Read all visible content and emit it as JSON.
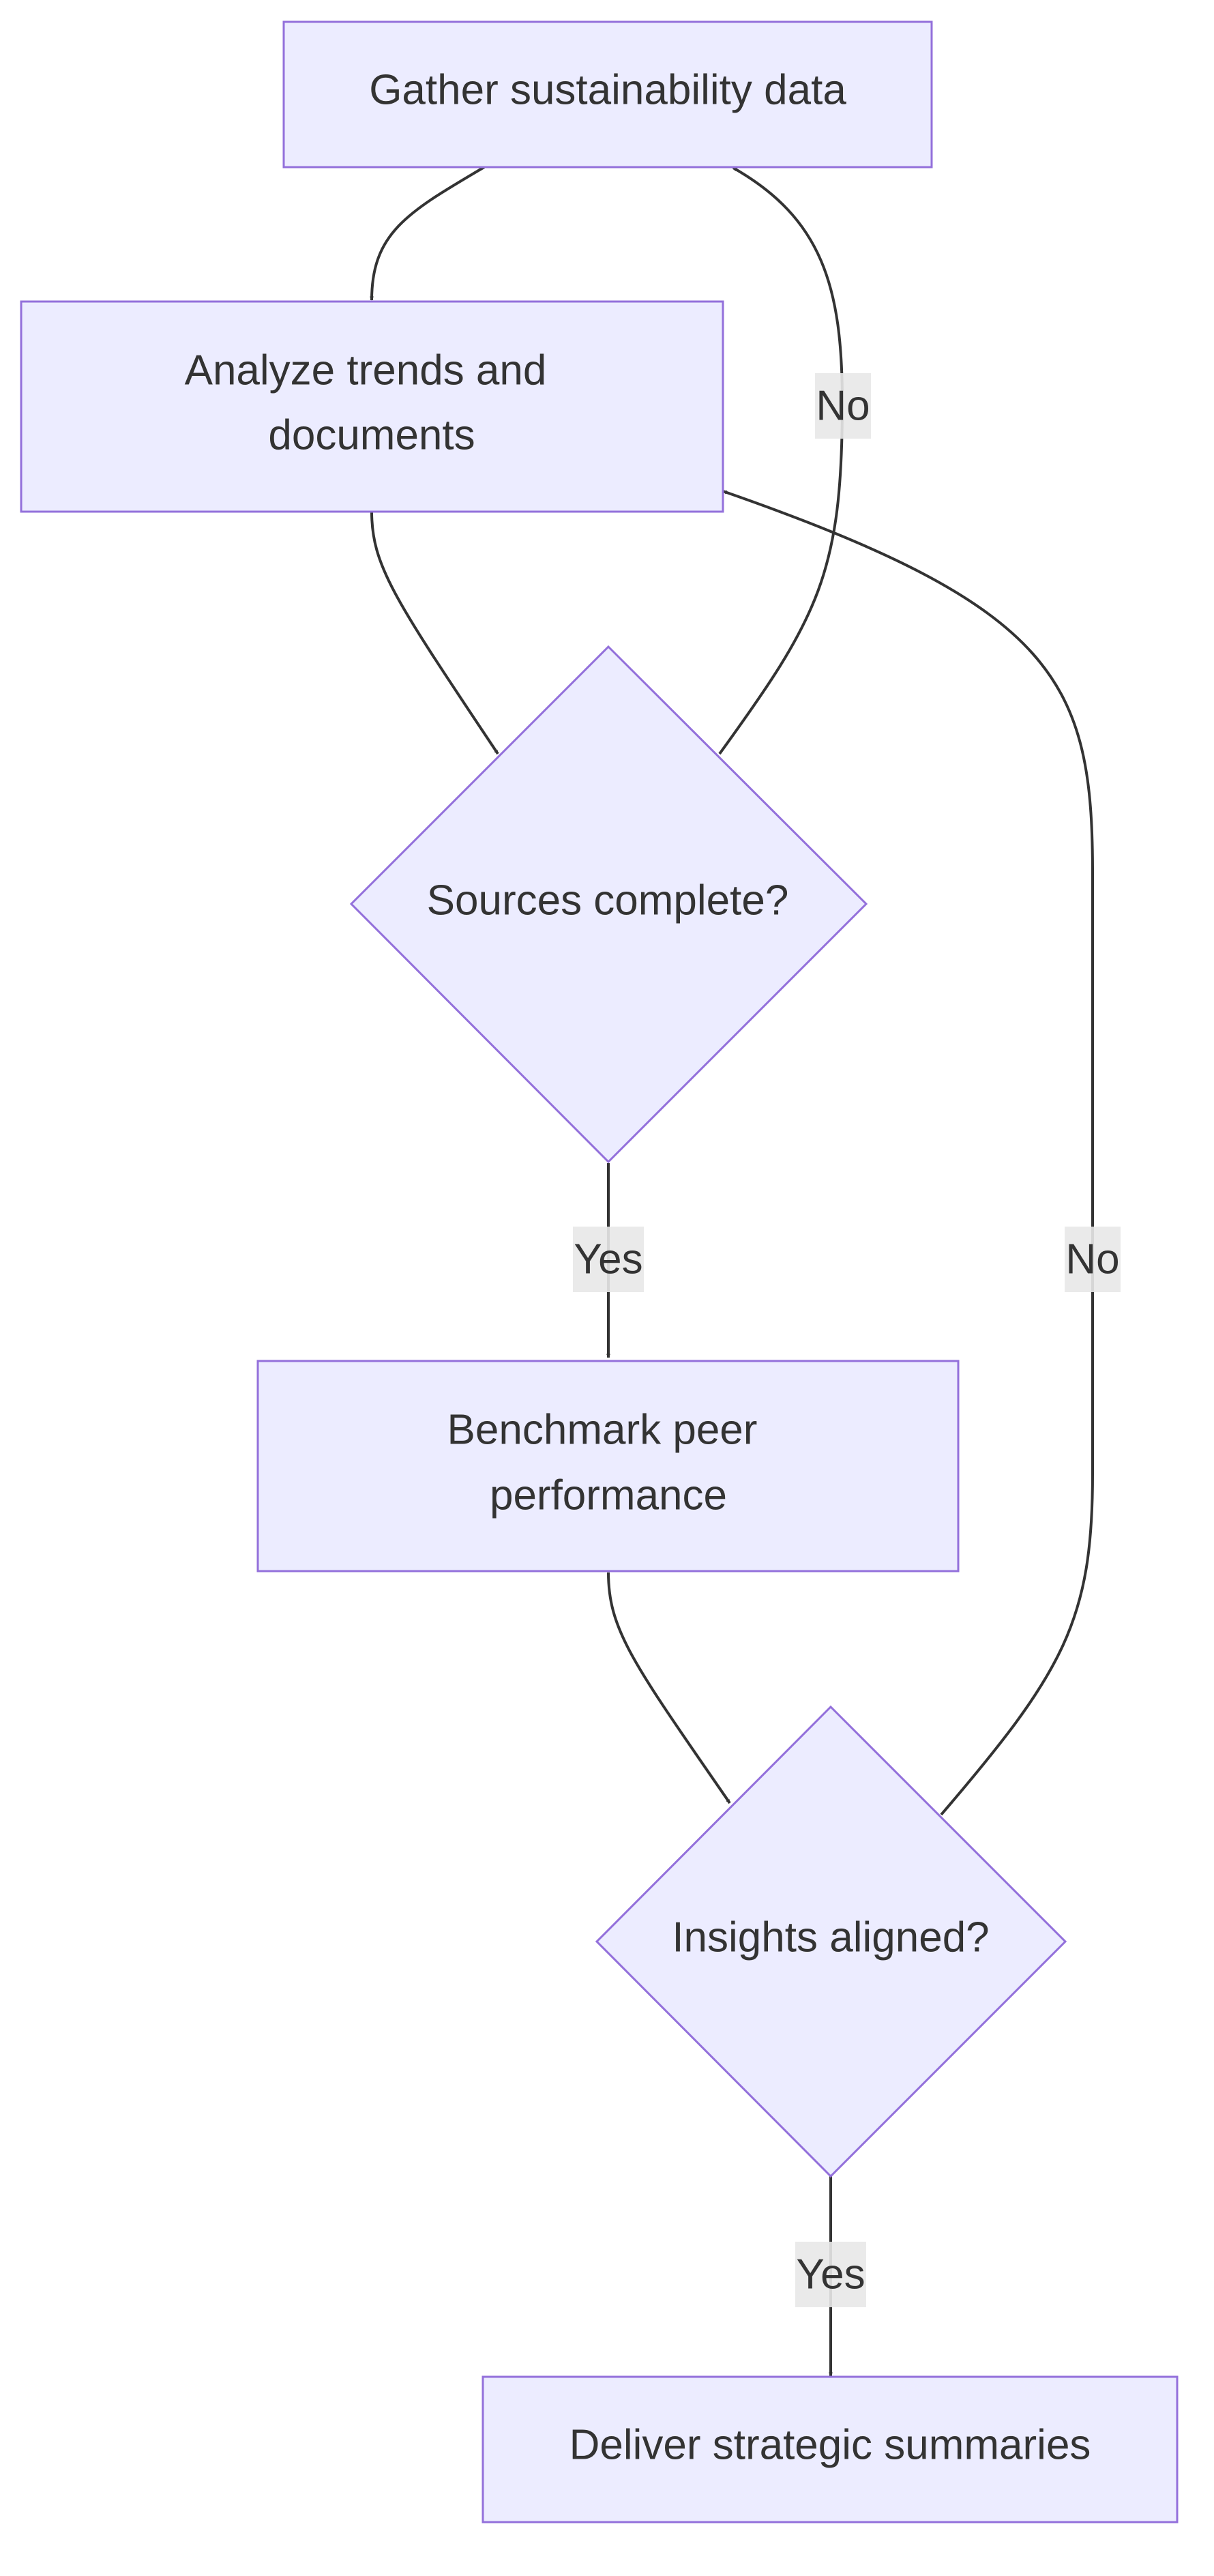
{
  "diagram": {
    "type": "flowchart",
    "direction": "top-down",
    "colors": {
      "node_fill": "#ececff",
      "node_stroke": "#9370db",
      "edge": "#333333",
      "text": "#333333",
      "edge_label_bg": "#e8e8e8"
    },
    "nodes": {
      "gather": {
        "shape": "rect",
        "lines": [
          "Gather sustainability data"
        ]
      },
      "analyze": {
        "shape": "rect",
        "lines": [
          "Analyze trends and",
          "documents"
        ]
      },
      "sources": {
        "shape": "diamond",
        "lines": [
          "Sources complete?"
        ]
      },
      "benchmark": {
        "shape": "rect",
        "lines": [
          "Benchmark peer",
          "performance"
        ]
      },
      "insights": {
        "shape": "diamond",
        "lines": [
          "Insights aligned?"
        ]
      },
      "deliver": {
        "shape": "rect",
        "lines": [
          "Deliver strategic summaries"
        ]
      }
    },
    "edges": [
      {
        "id": "gather-to-analyze",
        "from": "gather",
        "to": "analyze",
        "label": ""
      },
      {
        "id": "analyze-to-sources",
        "from": "analyze",
        "to": "sources",
        "label": ""
      },
      {
        "id": "sources-to-gather-no",
        "from": "sources",
        "to": "gather",
        "label": "No"
      },
      {
        "id": "sources-to-benchmark-yes",
        "from": "sources",
        "to": "benchmark",
        "label": "Yes"
      },
      {
        "id": "benchmark-to-insights",
        "from": "benchmark",
        "to": "insights",
        "label": ""
      },
      {
        "id": "insights-to-analyze-no",
        "from": "insights",
        "to": "analyze",
        "label": "No"
      },
      {
        "id": "insights-to-deliver-yes",
        "from": "insights",
        "to": "deliver",
        "label": "Yes"
      }
    ]
  }
}
